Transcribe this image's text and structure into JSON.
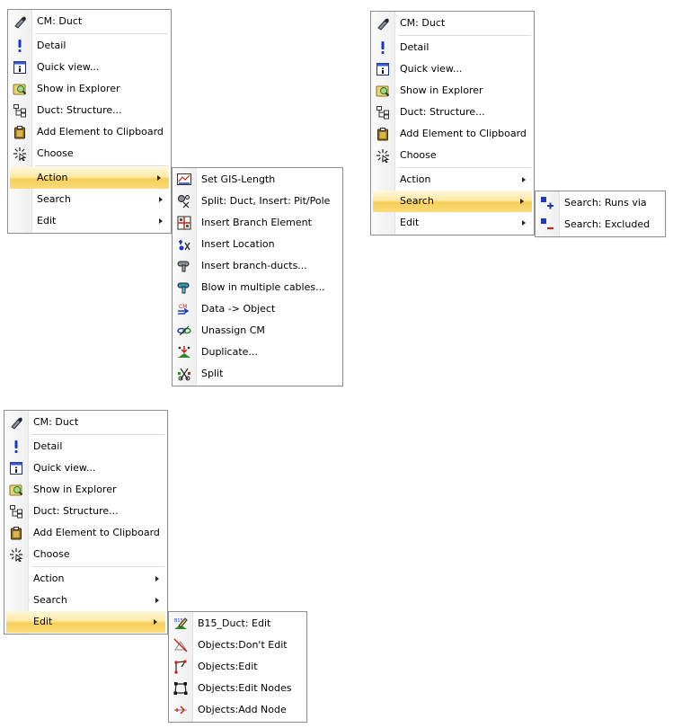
{
  "menu1": {
    "items": [
      {
        "icon": "duct-icon",
        "label": "CM: Duct"
      },
      {
        "icon": "exclamation-icon",
        "label": "Detail"
      },
      {
        "icon": "info-icon",
        "label": "Quick view..."
      },
      {
        "icon": "explorer-icon",
        "label": "Show in Explorer"
      },
      {
        "icon": "structure-icon",
        "label": "Duct: Structure..."
      },
      {
        "icon": "clipboard-icon",
        "label": "Add Element to Clipboard"
      },
      {
        "icon": "choose-cursor-icon",
        "label": "Choose"
      },
      {
        "label": "Action",
        "submenu": true,
        "highlighted": true
      },
      {
        "label": "Search",
        "submenu": true
      },
      {
        "label": "Edit",
        "submenu": true
      }
    ]
  },
  "action_submenu": {
    "items": [
      {
        "icon": "gis-length-icon",
        "label": "Set GIS-Length"
      },
      {
        "icon": "split-duct-icon",
        "label": "Split: Duct, Insert: Pit/Pole"
      },
      {
        "icon": "branch-element-icon",
        "label": "Insert Branch Element"
      },
      {
        "icon": "insert-location-icon",
        "label": "Insert Location"
      },
      {
        "icon": "branch-ducts-icon",
        "label": "Insert branch-ducts..."
      },
      {
        "icon": "blow-cables-icon",
        "label": "Blow in multiple cables..."
      },
      {
        "icon": "data-object-icon",
        "label": "Data -> Object"
      },
      {
        "icon": "unassign-icon",
        "label": "Unassign CM"
      },
      {
        "icon": "duplicate-icon",
        "label": "Duplicate..."
      },
      {
        "icon": "split-icon",
        "label": "Split"
      }
    ]
  },
  "menu2": {
    "items": [
      {
        "label": "CM: Duct"
      },
      {
        "label": "Detail"
      },
      {
        "label": "Quick view..."
      },
      {
        "label": "Show in Explorer"
      },
      {
        "label": "Duct: Structure..."
      },
      {
        "label": "Add Element to Clipboard"
      },
      {
        "label": "Choose"
      },
      {
        "label": "Action"
      },
      {
        "label": "Search",
        "highlighted": true
      },
      {
        "label": "Edit"
      }
    ]
  },
  "search_submenu": {
    "items": [
      {
        "icon": "search-runs-via-icon",
        "label": "Search: Runs via"
      },
      {
        "icon": "search-excluded-icon",
        "label": "Search: Excluded"
      }
    ]
  },
  "menu3": {
    "items": [
      {
        "label": "CM: Duct"
      },
      {
        "label": "Detail"
      },
      {
        "label": "Quick view..."
      },
      {
        "label": "Show in Explorer"
      },
      {
        "label": "Duct: Structure..."
      },
      {
        "label": "Add Element to Clipboard"
      },
      {
        "label": "Choose"
      },
      {
        "label": "Action"
      },
      {
        "label": "Search"
      },
      {
        "label": "Edit",
        "highlighted": true
      }
    ]
  },
  "edit_submenu": {
    "items": [
      {
        "icon": "edit-duct-icon",
        "label": "B15_Duct: Edit"
      },
      {
        "icon": "dont-edit-icon",
        "label": "Objects:Don't Edit"
      },
      {
        "icon": "objects-edit-icon",
        "label": "Objects:Edit"
      },
      {
        "icon": "edit-nodes-icon",
        "label": "Objects:Edit Nodes"
      },
      {
        "icon": "add-node-icon",
        "label": "Objects:Add Node"
      }
    ]
  }
}
